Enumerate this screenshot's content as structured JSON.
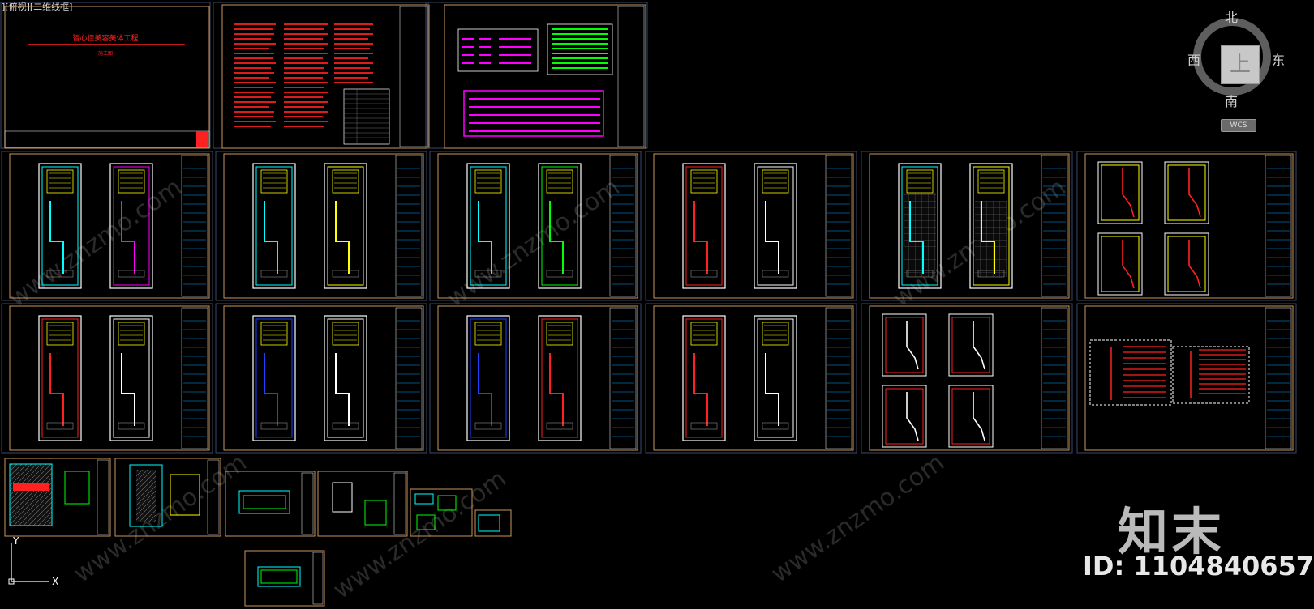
{
  "viewport": {
    "label_part1": "]",
    "view_name": "[俯视]",
    "visual_style": "[二维线框]"
  },
  "navcube": {
    "north": "北",
    "south": "南",
    "east": "东",
    "west": "西",
    "top_face": "上",
    "wcs_label": "WCS"
  },
  "cover_sheet": {
    "title": "智心佳美容美体工程",
    "subtitle": "施工图"
  },
  "watermark": {
    "brand": "知末",
    "id_label": "ID: 1104840657",
    "url_text": "www.znzmo.com"
  },
  "ucs": {
    "x_label": "X",
    "y_label": "Y"
  },
  "colors": {
    "frame": "#c8965a",
    "cyan": "#00ffff",
    "yellow": "#ffff00",
    "red": "#ff2020",
    "magenta": "#ff00ff",
    "green": "#00ff00",
    "blue": "#2040ff",
    "white": "#ffffff"
  }
}
